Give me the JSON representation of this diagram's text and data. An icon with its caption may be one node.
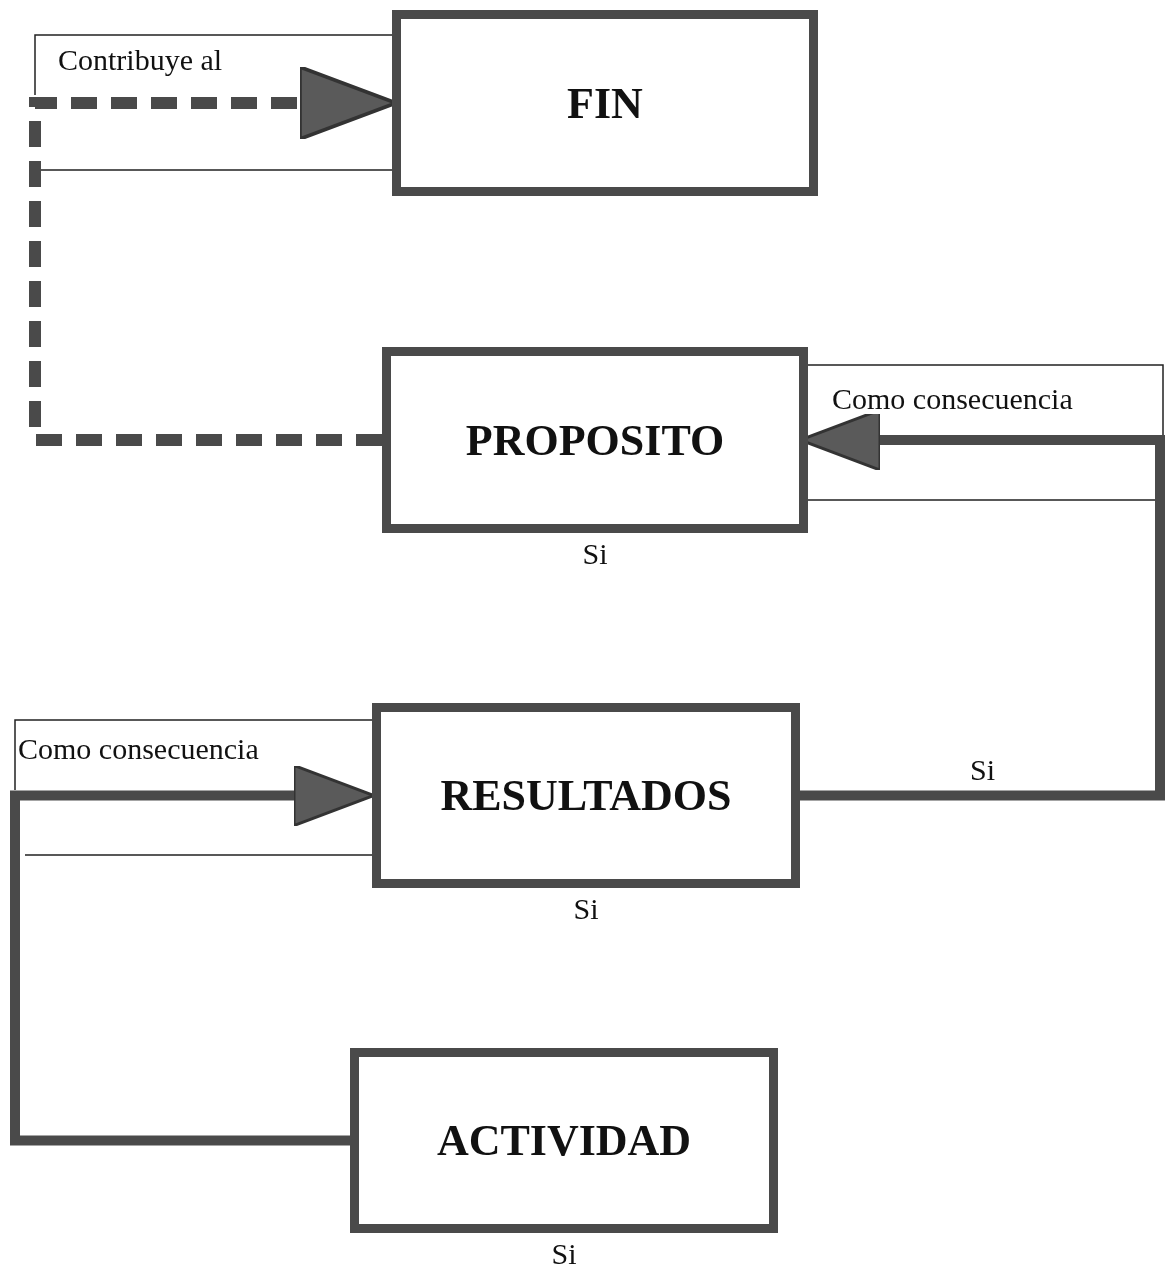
{
  "diagram": {
    "nodes": [
      {
        "text": [
          "FIN"
        ]
      },
      {
        "text": [
          "PROPOSITO"
        ],
        "beside": [
          "Si"
        ]
      },
      {
        "text": [
          "RESULTADOS"
        ],
        "beside": [
          "Si"
        ]
      },
      {
        "text": [
          "ACTIVIDAD"
        ],
        "beside": [
          "Si"
        ]
      }
    ],
    "edges": [
      {
        "from": 1,
        "to": 0,
        "arrow": "to",
        "label": "Contribuye al",
        "style": "dashed"
      },
      {
        "from": 2,
        "to": 1,
        "arrow": "to",
        "label": "Como consecuencia"
      },
      {
        "from": 3,
        "to": 2,
        "arrow": "to",
        "label": "Como consecuencia"
      }
    ],
    "labels": [
      "Si"
    ]
  }
}
